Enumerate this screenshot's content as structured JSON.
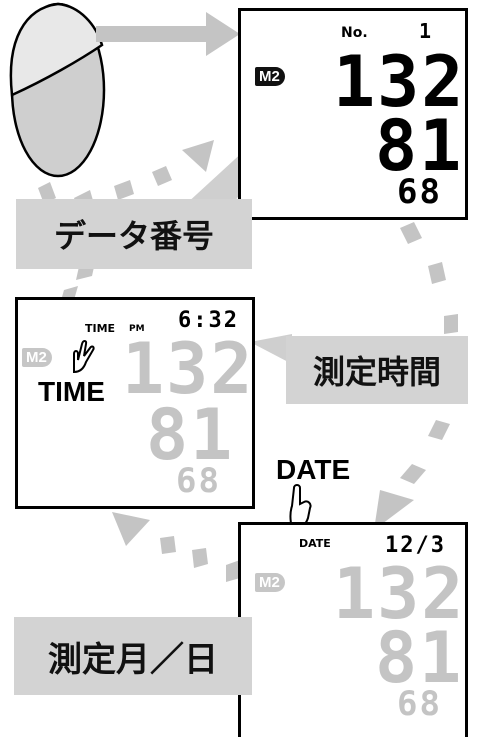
{
  "labels": {
    "data_number": "データ番号",
    "measure_time": "測定時間",
    "measure_date": "測定月／日"
  },
  "panel1": {
    "no_label": "No.",
    "no_value": "1",
    "memory": "M2",
    "systolic": "132",
    "diastolic": "81",
    "pulse": "68"
  },
  "panel2": {
    "time_label": "TIME",
    "ampm": "PM",
    "time_value": "6:32",
    "memory": "M2",
    "button_label": "TIME",
    "systolic": "132",
    "diastolic": "81",
    "pulse": "68"
  },
  "panel3": {
    "button_label": "DATE",
    "date_small_label": "DATE",
    "date_value": "12/3",
    "memory": "M2",
    "systolic": "132",
    "diastolic": "81",
    "pulse": "68"
  }
}
